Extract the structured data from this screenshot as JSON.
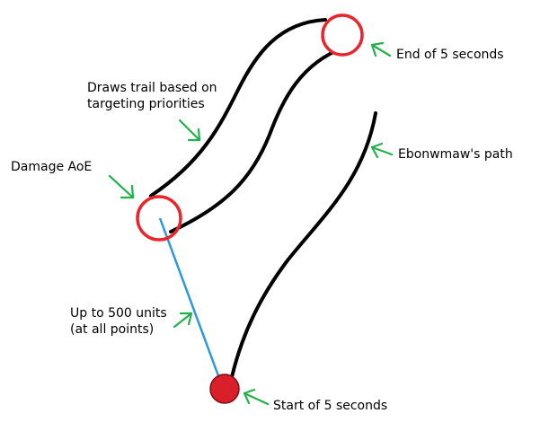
{
  "colors": {
    "trail_stroke": "#000000",
    "aoe_ring": "#e8262c",
    "start_fill": "#d9202a",
    "range_line": "#2b9ad8",
    "arrows": "#22b14c",
    "text": "#000000"
  },
  "labels": {
    "end": "End of 5 seconds",
    "draws_trail_line1": "Draws trail based on",
    "draws_trail_line2": "targeting priorities",
    "path": "Ebonwmaw's path",
    "damage_aoe": "Damage AoE",
    "range_line1": "Up to 500 units",
    "range_line2": "(at all points)",
    "start": "Start of 5 seconds"
  }
}
